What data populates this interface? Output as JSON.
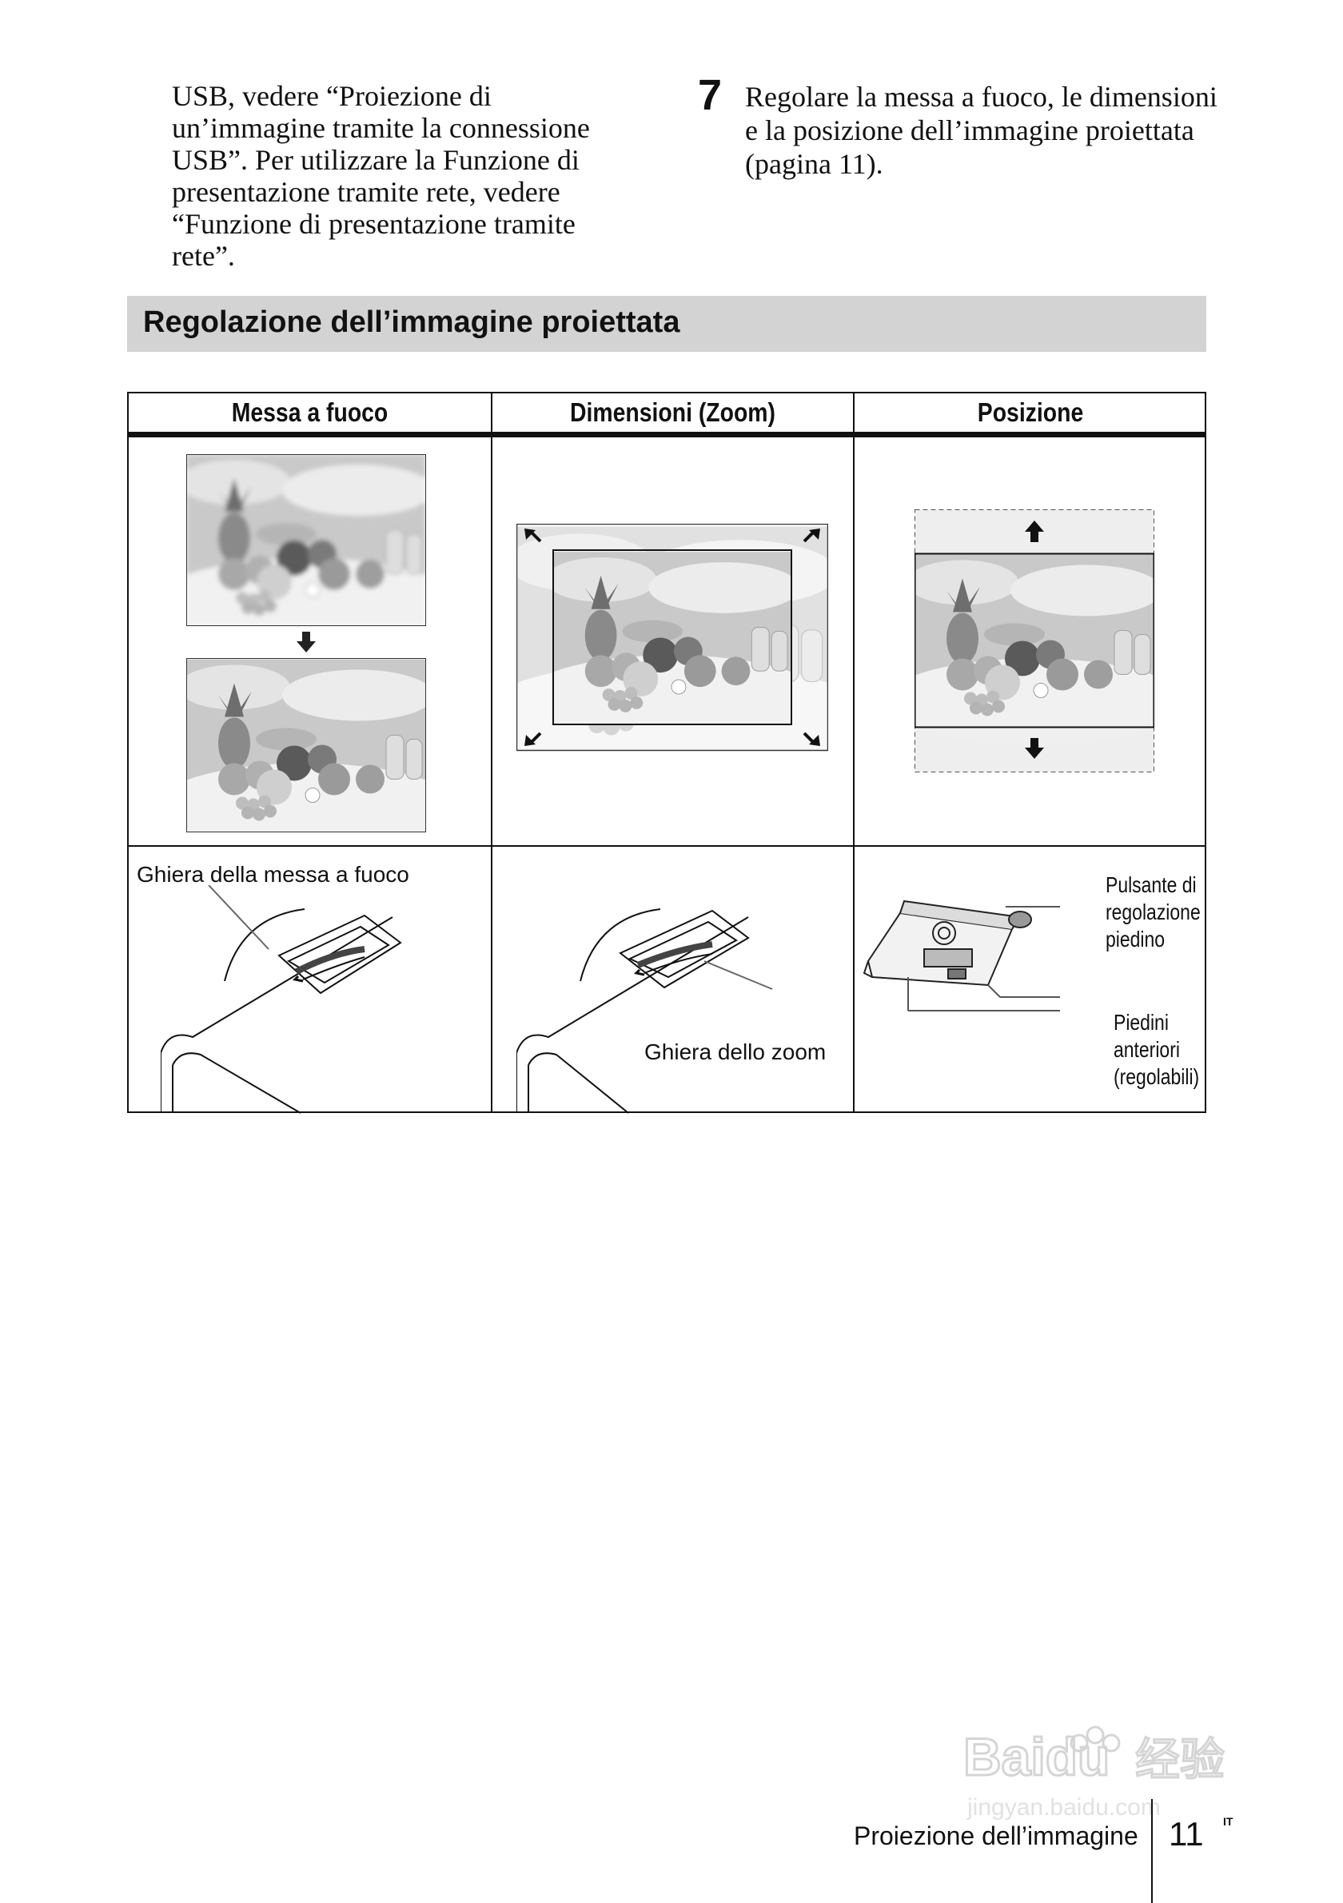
{
  "left_column": {
    "paragraph": "USB, vedere “Proiezione di un’immagine tramite la connessione USB”. Per utilizzare la Funzione di presentazione tramite rete, vedere “Funzione di presentazione tramite rete”."
  },
  "step": {
    "number": "7",
    "text": "Regolare la messa a fuoco, le dimensioni e la posizione dell’immagine proiettata (pagina 11)."
  },
  "section": {
    "title": "Regolazione dell’immagine proiettata"
  },
  "table": {
    "headers": [
      "Messa a fuoco",
      "Dimensioni (Zoom)",
      "Posizione"
    ],
    "labels": {
      "focus_ring": "Ghiera della messa a fuoco",
      "zoom_ring": "Ghiera dello zoom",
      "foot_button": [
        "Pulsante di",
        "regolazione",
        "piedino"
      ],
      "front_feet": [
        "Piedini",
        "anteriori",
        "(regolabili)"
      ]
    }
  },
  "footer": {
    "section_name": "Proiezione dell’immagine",
    "page_number": "11",
    "language_code": "IT"
  },
  "watermark": {
    "brand": "Baidu",
    "cn": "经验",
    "url": "jingyan.baidu.com"
  }
}
